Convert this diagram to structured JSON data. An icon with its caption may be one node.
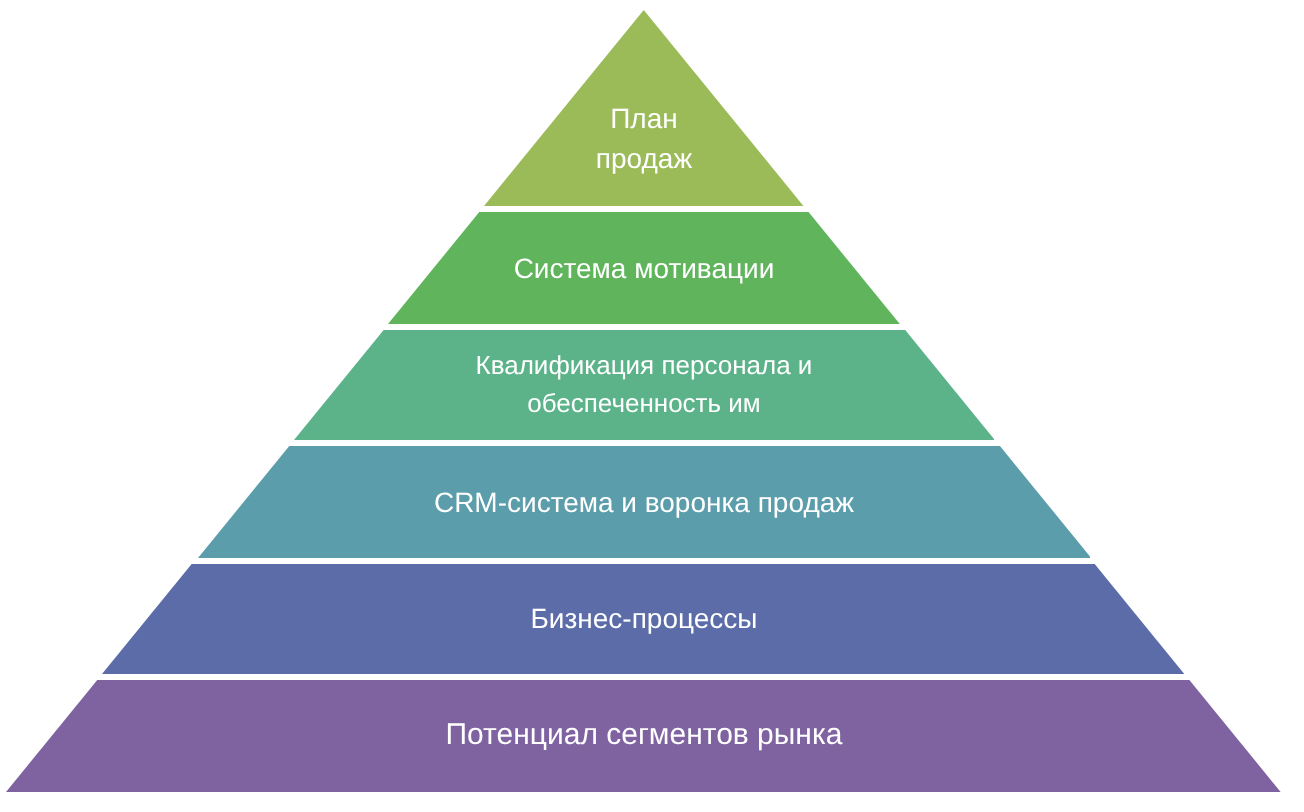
{
  "diagram": {
    "nodes": [
      {
        "text": [
          "План продаж"
        ]
      },
      {
        "text": [
          "Система мотивации"
        ]
      },
      {
        "text": [
          "Квалификация персонала и обеспеченность им"
        ]
      },
      {
        "text": [
          "CRM-система и воронка продаж"
        ]
      },
      {
        "text": [
          "Бизнес-процессы"
        ]
      },
      {
        "text": [
          "Потенциал сегментов рынка"
        ]
      }
    ]
  }
}
